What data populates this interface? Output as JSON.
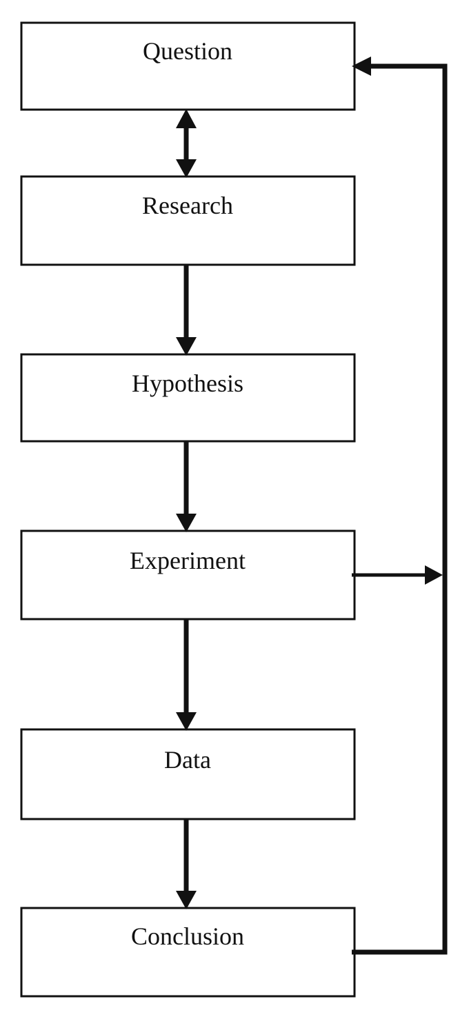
{
  "diagram": {
    "type": "flowchart",
    "nodes": [
      {
        "id": "question",
        "label": "Question"
      },
      {
        "id": "research",
        "label": "Research"
      },
      {
        "id": "hypothesis",
        "label": "Hypothesis"
      },
      {
        "id": "experiment",
        "label": "Experiment"
      },
      {
        "id": "data",
        "label": "Data"
      },
      {
        "id": "conclusion",
        "label": "Conclusion"
      }
    ],
    "edges": [
      {
        "from": "question",
        "to": "research",
        "bidirectional": true
      },
      {
        "from": "research",
        "to": "hypothesis"
      },
      {
        "from": "hypothesis",
        "to": "experiment"
      },
      {
        "from": "experiment",
        "to": "data"
      },
      {
        "from": "data",
        "to": "conclusion"
      },
      {
        "from": "experiment",
        "to": "feedback-loop"
      },
      {
        "from": "conclusion",
        "to": "question",
        "via": "feedback-loop"
      }
    ],
    "colors": {
      "stroke": "#111111",
      "background": "#ffffff"
    }
  }
}
